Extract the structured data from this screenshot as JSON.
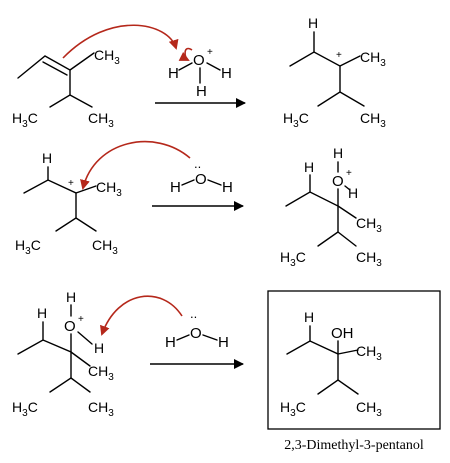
{
  "labels": {
    "ch3": "CH",
    "sub3": "3",
    "h3c_h": "H",
    "h3c_sub": "3",
    "h3c_c": "C",
    "h": "H",
    "o": "O",
    "oh": "OH",
    "plus": "+",
    "lone_pair": ".."
  },
  "caption": "2,3-Dimethyl-3-pentanol",
  "colors": {
    "bond": "#000000",
    "curly_arrow": "#b5281b",
    "background": "#ffffff"
  }
}
